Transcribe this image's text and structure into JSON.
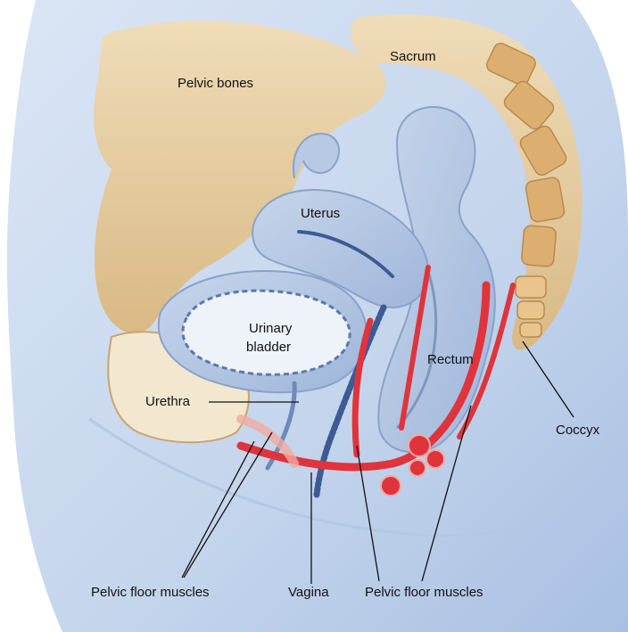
{
  "labels": {
    "pelvic_bones": "Pelvic bones",
    "sacrum": "Sacrum",
    "uterus": "Uterus",
    "urinary_bladder_line1": "Urinary",
    "urinary_bladder_line2": "bladder",
    "rectum": "Rectum",
    "urethra": "Urethra",
    "coccyx": "Coccyx",
    "pelvic_floor_muscles_left": "Pelvic floor muscles",
    "vagina": "Vagina",
    "pelvic_floor_muscles_right": "Pelvic floor muscles"
  },
  "colors": {
    "body": "#c8d8ee",
    "bone": "#e9d3ac",
    "bone_dark": "#c9a46c",
    "organ": "#a9bedd",
    "organ_light": "#cbd8ea",
    "muscle_red": "#e0343c",
    "muscle_pink": "#f2a9a0"
  }
}
